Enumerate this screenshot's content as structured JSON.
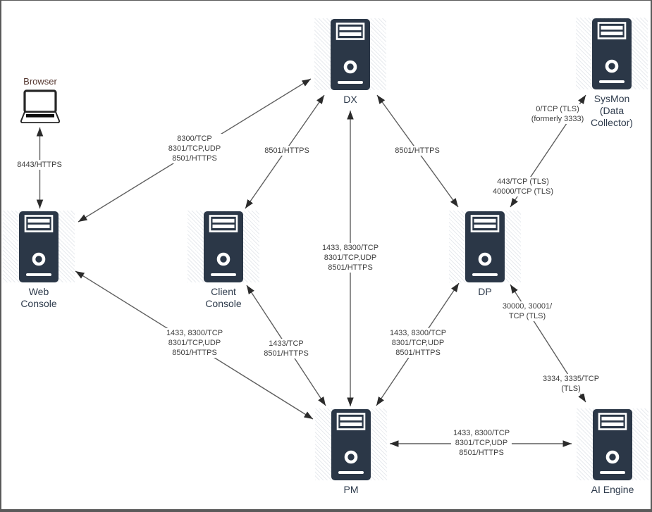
{
  "canvas": {
    "background": "#ffffff",
    "border_color": "#5a5a5a"
  },
  "colors": {
    "server_fill": "#2b3747",
    "icon_detail": "#ffffff",
    "connector_line": "#5f5f5f",
    "arrowhead": "#2b2b2b",
    "edge_label_text": "#3d3d3d",
    "node_label_text": "#2e3b4c",
    "browser_label_text": "#53352e",
    "hatch_stripe": "#e7eaee"
  },
  "nodes": [
    {
      "id": "browser",
      "label": "Browser",
      "icon": "laptop-icon"
    },
    {
      "id": "dx",
      "label": "DX",
      "icon": "server-icon"
    },
    {
      "id": "sysmon",
      "label": "SysMon (Data Collector)",
      "icon": "server-icon"
    },
    {
      "id": "web-console",
      "label": "Web Console",
      "icon": "server-icon"
    },
    {
      "id": "client-console",
      "label": "Client Console",
      "icon": "server-icon"
    },
    {
      "id": "dp",
      "label": "DP",
      "icon": "server-icon"
    },
    {
      "id": "pm",
      "label": "PM",
      "icon": "server-icon"
    },
    {
      "id": "ai-engine",
      "label": "AI Engine",
      "icon": "server-icon"
    }
  ],
  "edges": [
    {
      "from": "browser",
      "to": "web-console",
      "direction": "bidirectional",
      "labels": [
        {
          "lines": [
            "8443/HTTPS"
          ]
        }
      ]
    },
    {
      "from": "web-console",
      "to": "dx",
      "direction": "bidirectional",
      "labels": [
        {
          "lines": [
            "8300/TCP",
            "8301/TCP,UDP",
            "8501/HTTPS"
          ]
        }
      ]
    },
    {
      "from": "client-console",
      "to": "dx",
      "direction": "bidirectional",
      "labels": [
        {
          "lines": [
            "8501/HTTPS"
          ]
        }
      ]
    },
    {
      "from": "dp",
      "to": "dx",
      "direction": "bidirectional",
      "labels": [
        {
          "lines": [
            "8501/HTTPS"
          ]
        }
      ]
    },
    {
      "from": "pm",
      "to": "dx",
      "direction": "bidirectional",
      "labels": [
        {
          "lines": [
            "1433, 8300/TCP",
            "8301/TCP,UDP",
            "8501/HTTPS"
          ]
        }
      ]
    },
    {
      "from": "dp",
      "to": "sysmon",
      "direction": "bidirectional",
      "labels": [
        {
          "lines": [
            "0/TCP (TLS)",
            "(formerly 3333)"
          ]
        },
        {
          "lines": [
            "443/TCP (TLS)",
            "40000/TCP (TLS)"
          ]
        }
      ]
    },
    {
      "from": "pm",
      "to": "web-console",
      "direction": "bidirectional",
      "labels": [
        {
          "lines": [
            "1433, 8300/TCP",
            "8301/TCP,UDP",
            "8501/HTTPS"
          ]
        }
      ]
    },
    {
      "from": "pm",
      "to": "client-console",
      "direction": "bidirectional",
      "labels": [
        {
          "lines": [
            "1433/TCP",
            "8501/HTTPS"
          ]
        }
      ]
    },
    {
      "from": "pm",
      "to": "dp",
      "direction": "bidirectional",
      "labels": [
        {
          "lines": [
            "1433, 8300/TCP",
            "8301/TCP,UDP",
            "8501/HTTPS"
          ]
        }
      ]
    },
    {
      "from": "dp",
      "to": "ai-engine",
      "direction": "bidirectional",
      "labels": [
        {
          "lines": [
            "30000, 30001/",
            "TCP (TLS)"
          ]
        },
        {
          "lines": [
            "3334, 3335/TCP",
            "(TLS)"
          ]
        }
      ]
    },
    {
      "from": "pm",
      "to": "ai-engine",
      "direction": "bidirectional",
      "labels": [
        {
          "lines": [
            "1433, 8300/TCP",
            "8301/TCP,UDP",
            "8501/HTTPS"
          ]
        }
      ]
    }
  ]
}
